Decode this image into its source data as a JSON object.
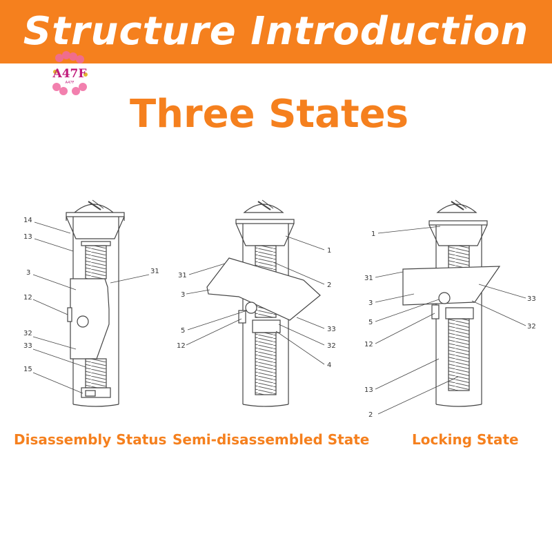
{
  "banner": {
    "title": "Structure Introduction",
    "bg_color": "#f5801e"
  },
  "logo": {
    "text": "A47F",
    "sub": "A47F",
    "icon": "flower-logo-icon"
  },
  "subtitle": "Three States",
  "accent_color": "#f5801e",
  "states": [
    {
      "label": "Disassembly Status",
      "callouts": [
        "14",
        "13",
        "3",
        "12",
        "32",
        "33",
        "15",
        "31"
      ]
    },
    {
      "label": "Semi-disassembled State",
      "callouts": [
        "31",
        "3",
        "5",
        "12",
        "1",
        "2",
        "33",
        "32",
        "4"
      ]
    },
    {
      "label": "Locking State",
      "callouts": [
        "1",
        "31",
        "3",
        "5",
        "12",
        "13",
        "2",
        "33",
        "32"
      ]
    }
  ]
}
